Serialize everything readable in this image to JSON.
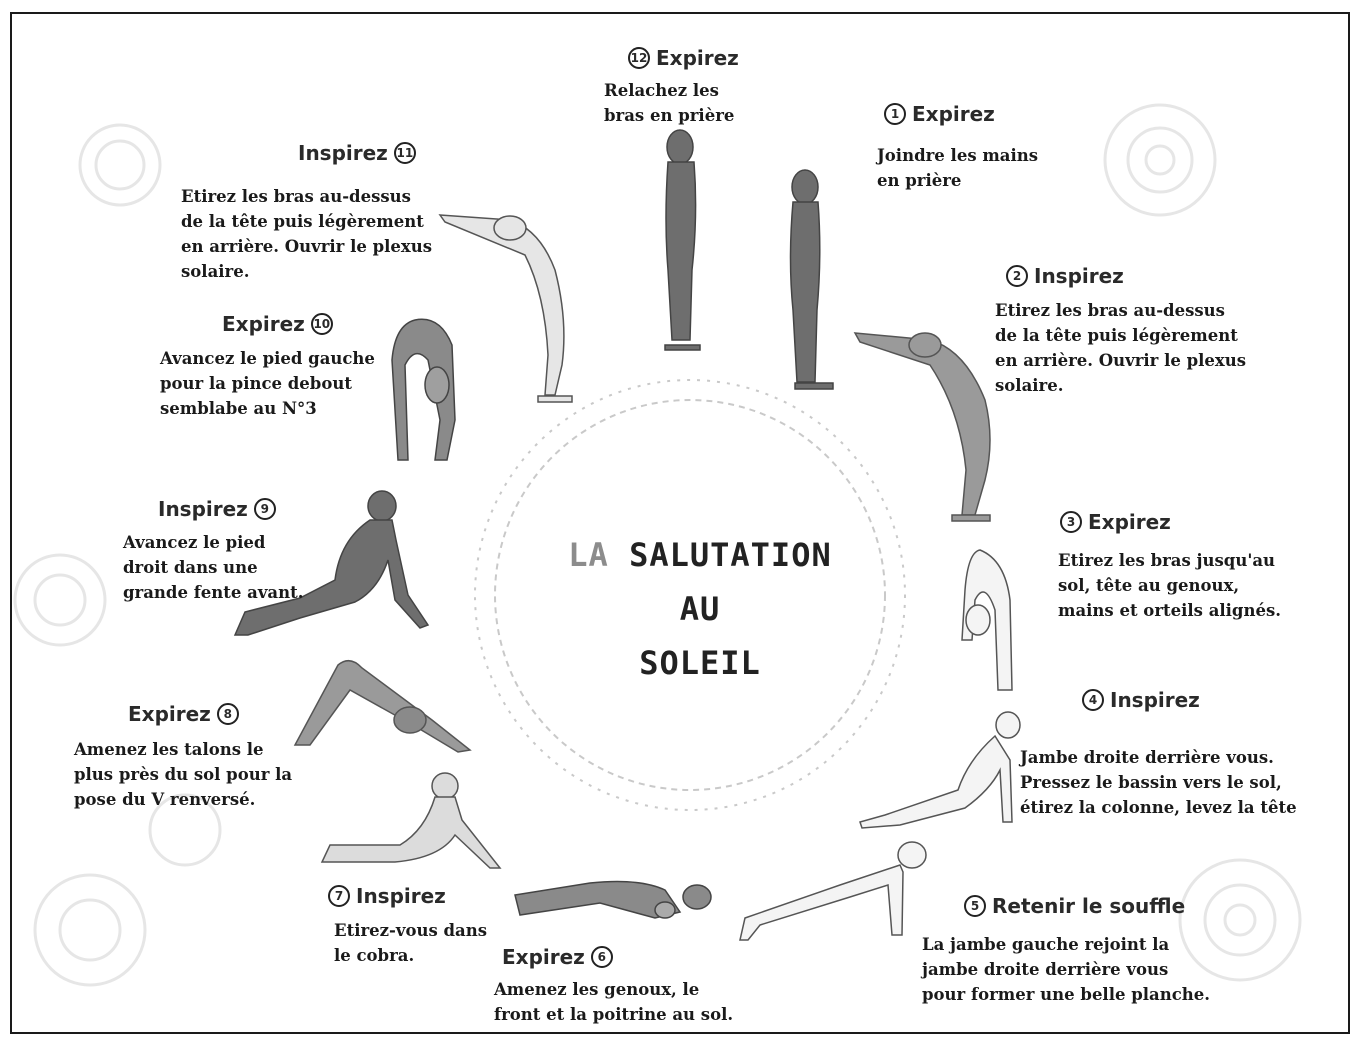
{
  "title": {
    "prefix": "LA",
    "line1": "SALUTATION",
    "line2": "AU",
    "line3": "SOLEIL"
  },
  "steps": [
    {
      "number": "1",
      "action": "Expirez",
      "description": "Joindre les mains\nen prière"
    },
    {
      "number": "2",
      "action": "Inspirez",
      "description": "Etirez les bras au-dessus\nde la tête puis légèrement\nen arrière. Ouvrir le plexus\nsolaire."
    },
    {
      "number": "3",
      "action": "Expirez",
      "description": "Etirez les bras jusqu'au\nsol, tête au genoux,\nmains et orteils alignés."
    },
    {
      "number": "4",
      "action": "Inspirez",
      "description": "Jambe droite derrière vous.\nPressez le bassin vers le sol,\nétirez la colonne, levez la tête"
    },
    {
      "number": "5",
      "action": "Retenir le souffle",
      "description": "La jambe gauche rejoint la\njambe droite derrière vous\npour former une belle planche."
    },
    {
      "number": "6",
      "action": "Expirez",
      "description": "Amenez les genoux, le\nfront et la poitrine au sol."
    },
    {
      "number": "7",
      "action": "Inspirez",
      "description": "Etirez-vous dans\nle cobra."
    },
    {
      "number": "8",
      "action": "Expirez",
      "description": "Amenez les talons le\nplus près du sol pour la\npose du V renversé."
    },
    {
      "number": "9",
      "action": "Inspirez",
      "description": "Avancez le pied\ndroit dans une\ngrande fente avant."
    },
    {
      "number": "10",
      "action": "Expirez",
      "description": "Avancez le pied gauche\npour la pince debout\nsemblabe au N°3"
    },
    {
      "number": "11",
      "action": "Inspirez",
      "description": "Etirez les bras au-dessus\nde la tête puis légèrement\nen arrière. Ouvrir le plexus\nsolaire."
    },
    {
      "number": "12",
      "action": "Expirez",
      "description": "Relachez les\nbras en prière"
    }
  ],
  "colors": {
    "dark_figure": "#6e6e6e",
    "mid_figure": "#9a9a9a",
    "light_figure": "#dcdcdc",
    "outline": "#555555"
  }
}
